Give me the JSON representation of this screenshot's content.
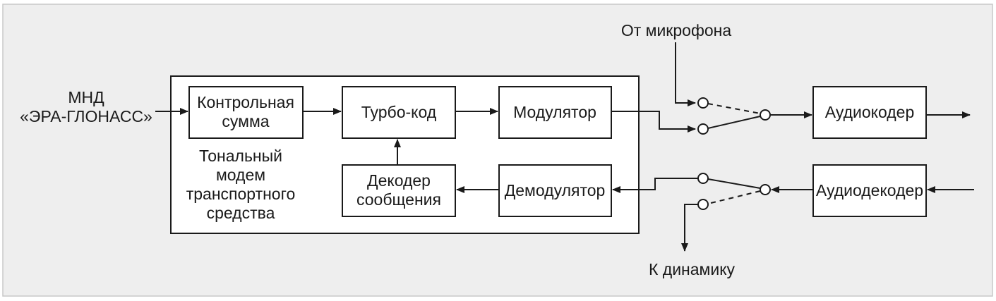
{
  "colors": {
    "background": "#eeeeee",
    "border": "#c8c8c8",
    "ink": "#1a1a1a"
  },
  "input": {
    "lines": [
      "МНД",
      "«ЭРА-ГЛОНАСС»"
    ]
  },
  "modem": {
    "lines": [
      "Тональный",
      "модем",
      "транспортного",
      "средства"
    ]
  },
  "blocks": {
    "checksum": {
      "lines": [
        "Контрольная",
        "сумма"
      ]
    },
    "turbo": {
      "lines": [
        "Турбо-код"
      ]
    },
    "modulator": {
      "lines": [
        "Модулятор"
      ]
    },
    "decoder": {
      "lines": [
        "Декодер",
        "сообщения"
      ]
    },
    "demodulator": {
      "lines": [
        "Демодулятор"
      ]
    },
    "audiocoder": {
      "lines": [
        "Аудиокодер"
      ]
    },
    "audiodecoder": {
      "lines": [
        "Аудиодекодер"
      ]
    }
  },
  "labels": {
    "mic": "От микрофона",
    "speaker": "К динамику"
  },
  "icons": {
    "arrow": "arrow-icon",
    "switch": "switch-icon"
  }
}
